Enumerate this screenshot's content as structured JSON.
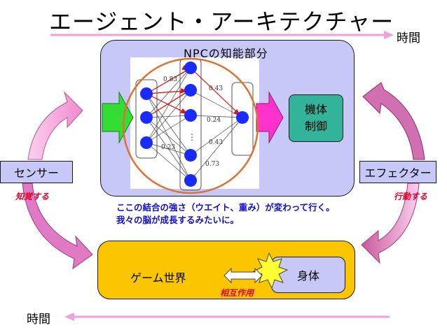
{
  "title": "エージェント・アーキテクチャー",
  "time_label_top": "時間",
  "time_label_bottom": "時間",
  "npc_section": {
    "label": "NPCの知能部分",
    "body_control": "機体\n制御",
    "weights": [
      "0.83",
      "0.43",
      "0.24",
      "0.43",
      "0.23",
      "0.73"
    ]
  },
  "sensor": {
    "label": "センサー",
    "action": "知覚する"
  },
  "effector": {
    "label": "エフェクター",
    "action": "行動する"
  },
  "caption_lines": [
    "ここの結合の強さ（ウエイト、重み）が変わって行く。",
    "我々の脳が成長するみたいに。"
  ],
  "game_section": {
    "world_label": "ゲーム世界",
    "body_label": "身体",
    "interaction_label": "相互作用"
  },
  "colors": {
    "npc_bg": "#c8c8f8",
    "body_control_bg": "#33b39a",
    "game_bg": "#fbc600",
    "arrow_pink": "#f2a0d8",
    "arrow_magenta": "#ff33cc",
    "arrow_green": "#33dd33",
    "node_blue": "#1a2bff",
    "emphasis_red": "#e8002c",
    "caption_blue": "#1010c8"
  }
}
